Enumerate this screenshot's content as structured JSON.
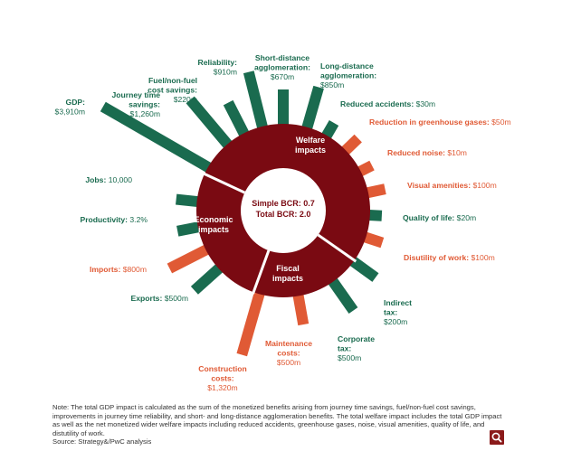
{
  "colors": {
    "benefit": "#1a6b4f",
    "cost": "#e05a35",
    "ring": "#7a0a12",
    "ring_divider": "#ffffff",
    "zoom_button": "#8b1a1a"
  },
  "chart_data": {
    "type": "radial-bar",
    "center": {
      "line1": "Simple BCR: 0.7",
      "line2": "Total BCR: 2.0"
    },
    "segments": [
      {
        "name": "welfare",
        "line1": "Welfare",
        "line2": "impacts"
      },
      {
        "name": "fiscal",
        "line1": "Fiscal",
        "line2": "impacts"
      },
      {
        "name": "economic",
        "line1": "Economic",
        "line2": "impacts"
      }
    ],
    "bars": [
      {
        "lines": [
          "GDP:"
        ],
        "value": "$3,910m",
        "kind": "benefit",
        "group": "Economic impacts"
      },
      {
        "lines": [
          "Journey time",
          "savings:"
        ],
        "value": "$1,260m",
        "kind": "benefit",
        "group": "Economic impacts"
      },
      {
        "lines": [
          "Fuel/non-fuel",
          "cost savings:"
        ],
        "value": "$220m",
        "kind": "benefit",
        "group": "Economic impacts"
      },
      {
        "lines": [
          "Reliability:"
        ],
        "value": "$910m",
        "kind": "benefit",
        "group": "Economic impacts"
      },
      {
        "lines": [
          "Short-distance",
          "agglomeration:"
        ],
        "value": "$670m",
        "kind": "benefit",
        "group": "Economic impacts"
      },
      {
        "lines": [
          "Long-distance",
          "agglomeration:"
        ],
        "value": "$850m",
        "kind": "benefit",
        "group": "Economic impacts"
      },
      {
        "lines": [
          "Reduced accidents:"
        ],
        "value": "$30m",
        "kind": "benefit",
        "group": "Welfare impacts"
      },
      {
        "lines": [
          "Reduction in greenhouse gases:"
        ],
        "value": "$50m",
        "kind": "cost",
        "group": "Welfare impacts"
      },
      {
        "lines": [
          "Reduced noise:"
        ],
        "value": "$10m",
        "kind": "cost",
        "group": "Welfare impacts"
      },
      {
        "lines": [
          "Visual amenities:"
        ],
        "value": "$100m",
        "kind": "cost",
        "group": "Welfare impacts"
      },
      {
        "lines": [
          "Quality of life:"
        ],
        "value": "$20m",
        "kind": "benefit",
        "group": "Welfare impacts"
      },
      {
        "lines": [
          "Disutility of work:"
        ],
        "value": "$100m",
        "kind": "cost",
        "group": "Welfare impacts"
      },
      {
        "lines": [
          "Indirect",
          "tax:"
        ],
        "value": "$200m",
        "kind": "benefit",
        "group": "Fiscal impacts"
      },
      {
        "lines": [
          "Corporate",
          "tax:"
        ],
        "value": "$500m",
        "kind": "benefit",
        "group": "Fiscal impacts"
      },
      {
        "lines": [
          "Maintenance",
          "costs:"
        ],
        "value": "$500m",
        "kind": "cost",
        "group": "Fiscal impacts"
      },
      {
        "lines": [
          "Construction",
          "costs:"
        ],
        "value": "$1,320m",
        "kind": "cost",
        "group": "Fiscal impacts"
      },
      {
        "lines": [
          "Exports:"
        ],
        "value": "$500m",
        "kind": "benefit",
        "group": "Economic impacts"
      },
      {
        "lines": [
          "Imports:"
        ],
        "value": "$800m",
        "kind": "cost",
        "group": "Economic impacts"
      },
      {
        "lines": [
          "Productivity:"
        ],
        "value": "3.2%",
        "kind": "benefit",
        "group": "Economic impacts"
      },
      {
        "lines": [
          "Jobs:"
        ],
        "value": "10,000",
        "kind": "benefit",
        "group": "Economic impacts"
      }
    ]
  },
  "note": {
    "text": "Note: The total GDP impact is calculated as the sum of the monetized benefits arising from journey time savings, fuel/non-fuel cost savings, improvements in journey time reliability, and short- and long-distance agglomeration benefits. The total welfare impact includes the total GDP impact as well as the net monetized wider welfare impacts including reduced accidents, greenhouse gases, noise, visual amenities, quality of life, and distutility of work.",
    "source": "Source: Strategy&/PwC analysis"
  },
  "zoom_button_icon": "magnifier-icon"
}
